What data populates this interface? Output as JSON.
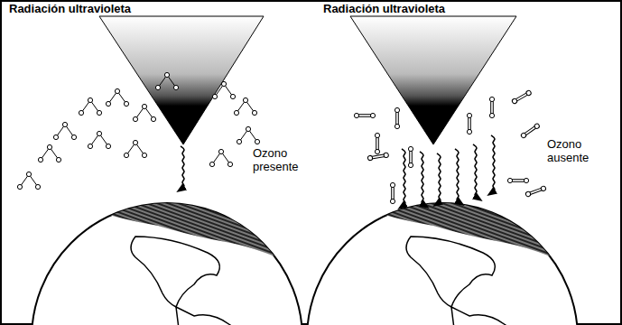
{
  "diagram": {
    "labels": [
      "Radiación ultravioleta",
      "Ozono presente",
      "Radiación ultravioleta",
      "Ozono ausente"
    ]
  }
}
